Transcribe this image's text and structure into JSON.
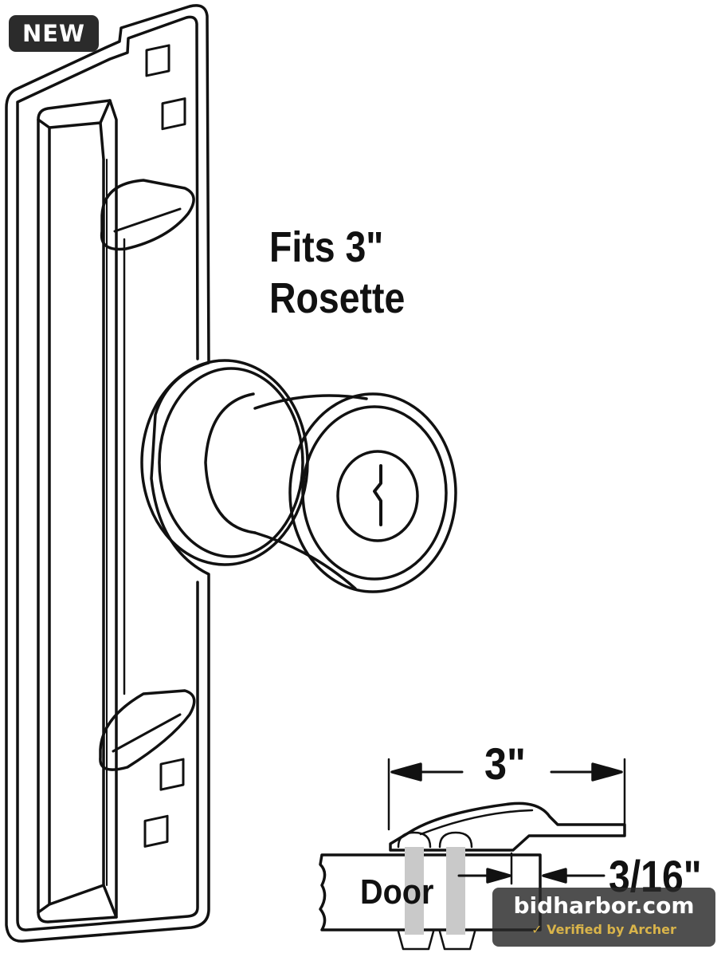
{
  "badge": {
    "label": "NEW"
  },
  "caption": {
    "line1": "Fits 3\"",
    "line2": "Rosette"
  },
  "dimensions": {
    "width": "3\"",
    "thickness": "3/16\"",
    "door": "Door"
  },
  "watermark": {
    "site": "bidharbor.com",
    "verified": "✓ Verified by Archer"
  },
  "colors": {
    "line": "#111111",
    "background": "#ffffff",
    "badge": "#2b2b2b",
    "watermark_accent": "#d9b44a"
  }
}
